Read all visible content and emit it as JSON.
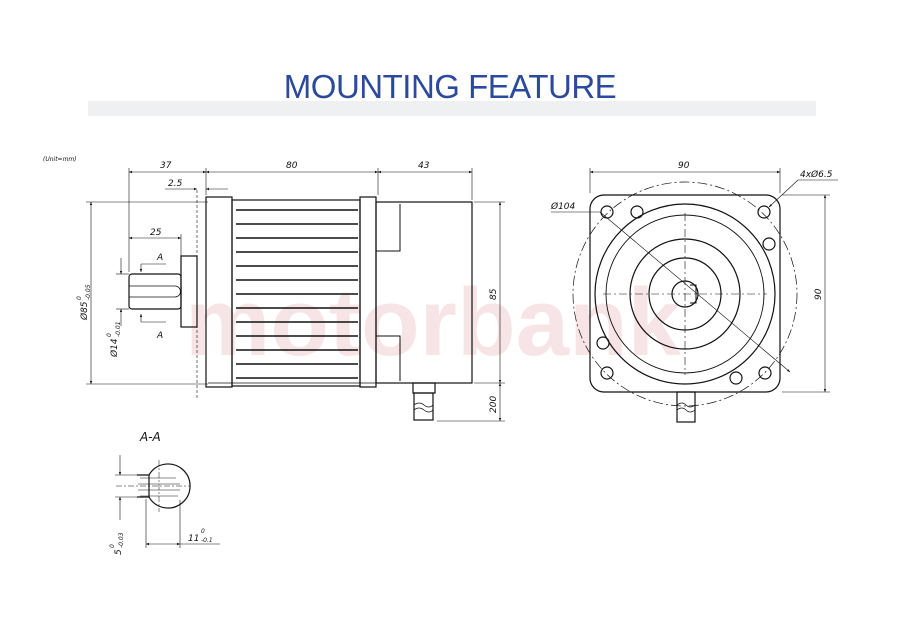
{
  "header": {
    "title": "MOUNTING FEATURE"
  },
  "watermark": {
    "text": "motorbank"
  },
  "drawing": {
    "unit_note": "(Unit=mm)",
    "side_view": {
      "dim_shaft_length": "37",
      "dim_step": "2.5",
      "dim_body_length": "80",
      "dim_rear_length": "43",
      "dim_key_length": "25",
      "section_mark_top": "A",
      "section_mark_bottom": "A",
      "dim_pilot_diameter": "Ø85",
      "dim_pilot_tol_upper": "0",
      "dim_pilot_tol_lower": "-0.05",
      "dim_shaft_diameter": "Ø14",
      "dim_shaft_tol_upper": "0",
      "dim_shaft_tol_lower": "-0.01",
      "dim_height": "85",
      "dim_cable": "200"
    },
    "front_view": {
      "dim_width": "90",
      "dim_height": "90",
      "dim_holes": "4xØ6.5",
      "dim_pcd": "Ø104"
    },
    "section": {
      "title": "A-A",
      "dim_key_width": "5",
      "dim_key_tol": "-0.03",
      "dim_key_tol_upper": "0",
      "dim_depth": "11",
      "dim_depth_tol": "-0.1",
      "dim_depth_tol_upper": "0"
    }
  },
  "colors": {
    "title": "#2b4a9c",
    "band": "#eef0f1",
    "line": "#111111",
    "watermark": "#f1cfd2"
  }
}
